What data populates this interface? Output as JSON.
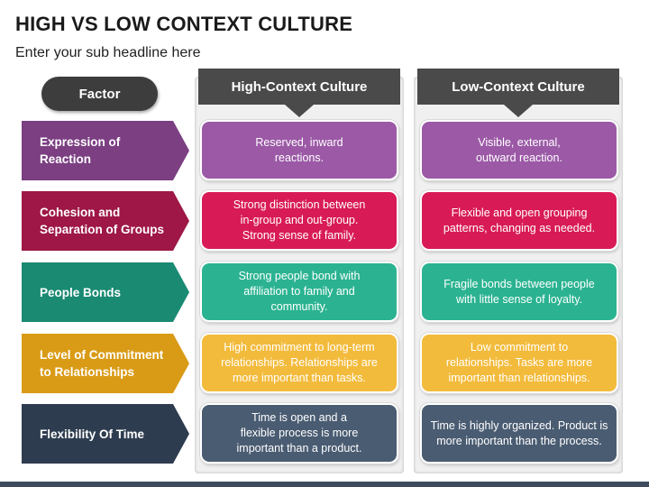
{
  "title": "HIGH VS LOW CONTEXT CULTURE",
  "subtitle": "Enter your sub headline here",
  "factor_header": "Factor",
  "columns": {
    "high": "High-Context Culture",
    "low": "Low-Context Culture"
  },
  "colors": {
    "header_dark": "#4a4a4a",
    "column_bg": "#f0f0f0",
    "purple": "#7b3f82",
    "purple_light": "#9b59a6",
    "crimson": "#9e1746",
    "crimson_light": "#d81b56",
    "teal": "#1a8a72",
    "teal_light": "#2bb391",
    "gold": "#d99b16",
    "gold_light": "#f3bb3c",
    "slate": "#2e3c4f",
    "slate_light": "#4a5c72"
  },
  "rows": [
    {
      "factor": "Expression of\nReaction",
      "high": "Reserved, inward\nreactions.",
      "low": "Visible, external,\noutward reaction."
    },
    {
      "factor": "Cohesion and\nSeparation of Groups",
      "high": "Strong distinction between\nin-group and out-group.\nStrong sense of family.",
      "low": "Flexible and open grouping\npatterns, changing as needed."
    },
    {
      "factor": "People Bonds",
      "high": "Strong people bond with\naffiliation to family and\ncommunity.",
      "low": "Fragile bonds between people\nwith little sense of loyalty."
    },
    {
      "factor": "Level of Commitment\nto Relationships",
      "high": "High commitment to long-term\nrelationships. Relationships are\nmore important than tasks.",
      "low": "Low commitment to\nrelationships. Tasks are more\nimportant than relationships."
    },
    {
      "factor": "Flexibility Of Time",
      "high": "Time is open and a\nflexible process is more\nimportant than a product.",
      "low": "Time is highly organized. Product is\nmore important than the process."
    }
  ]
}
